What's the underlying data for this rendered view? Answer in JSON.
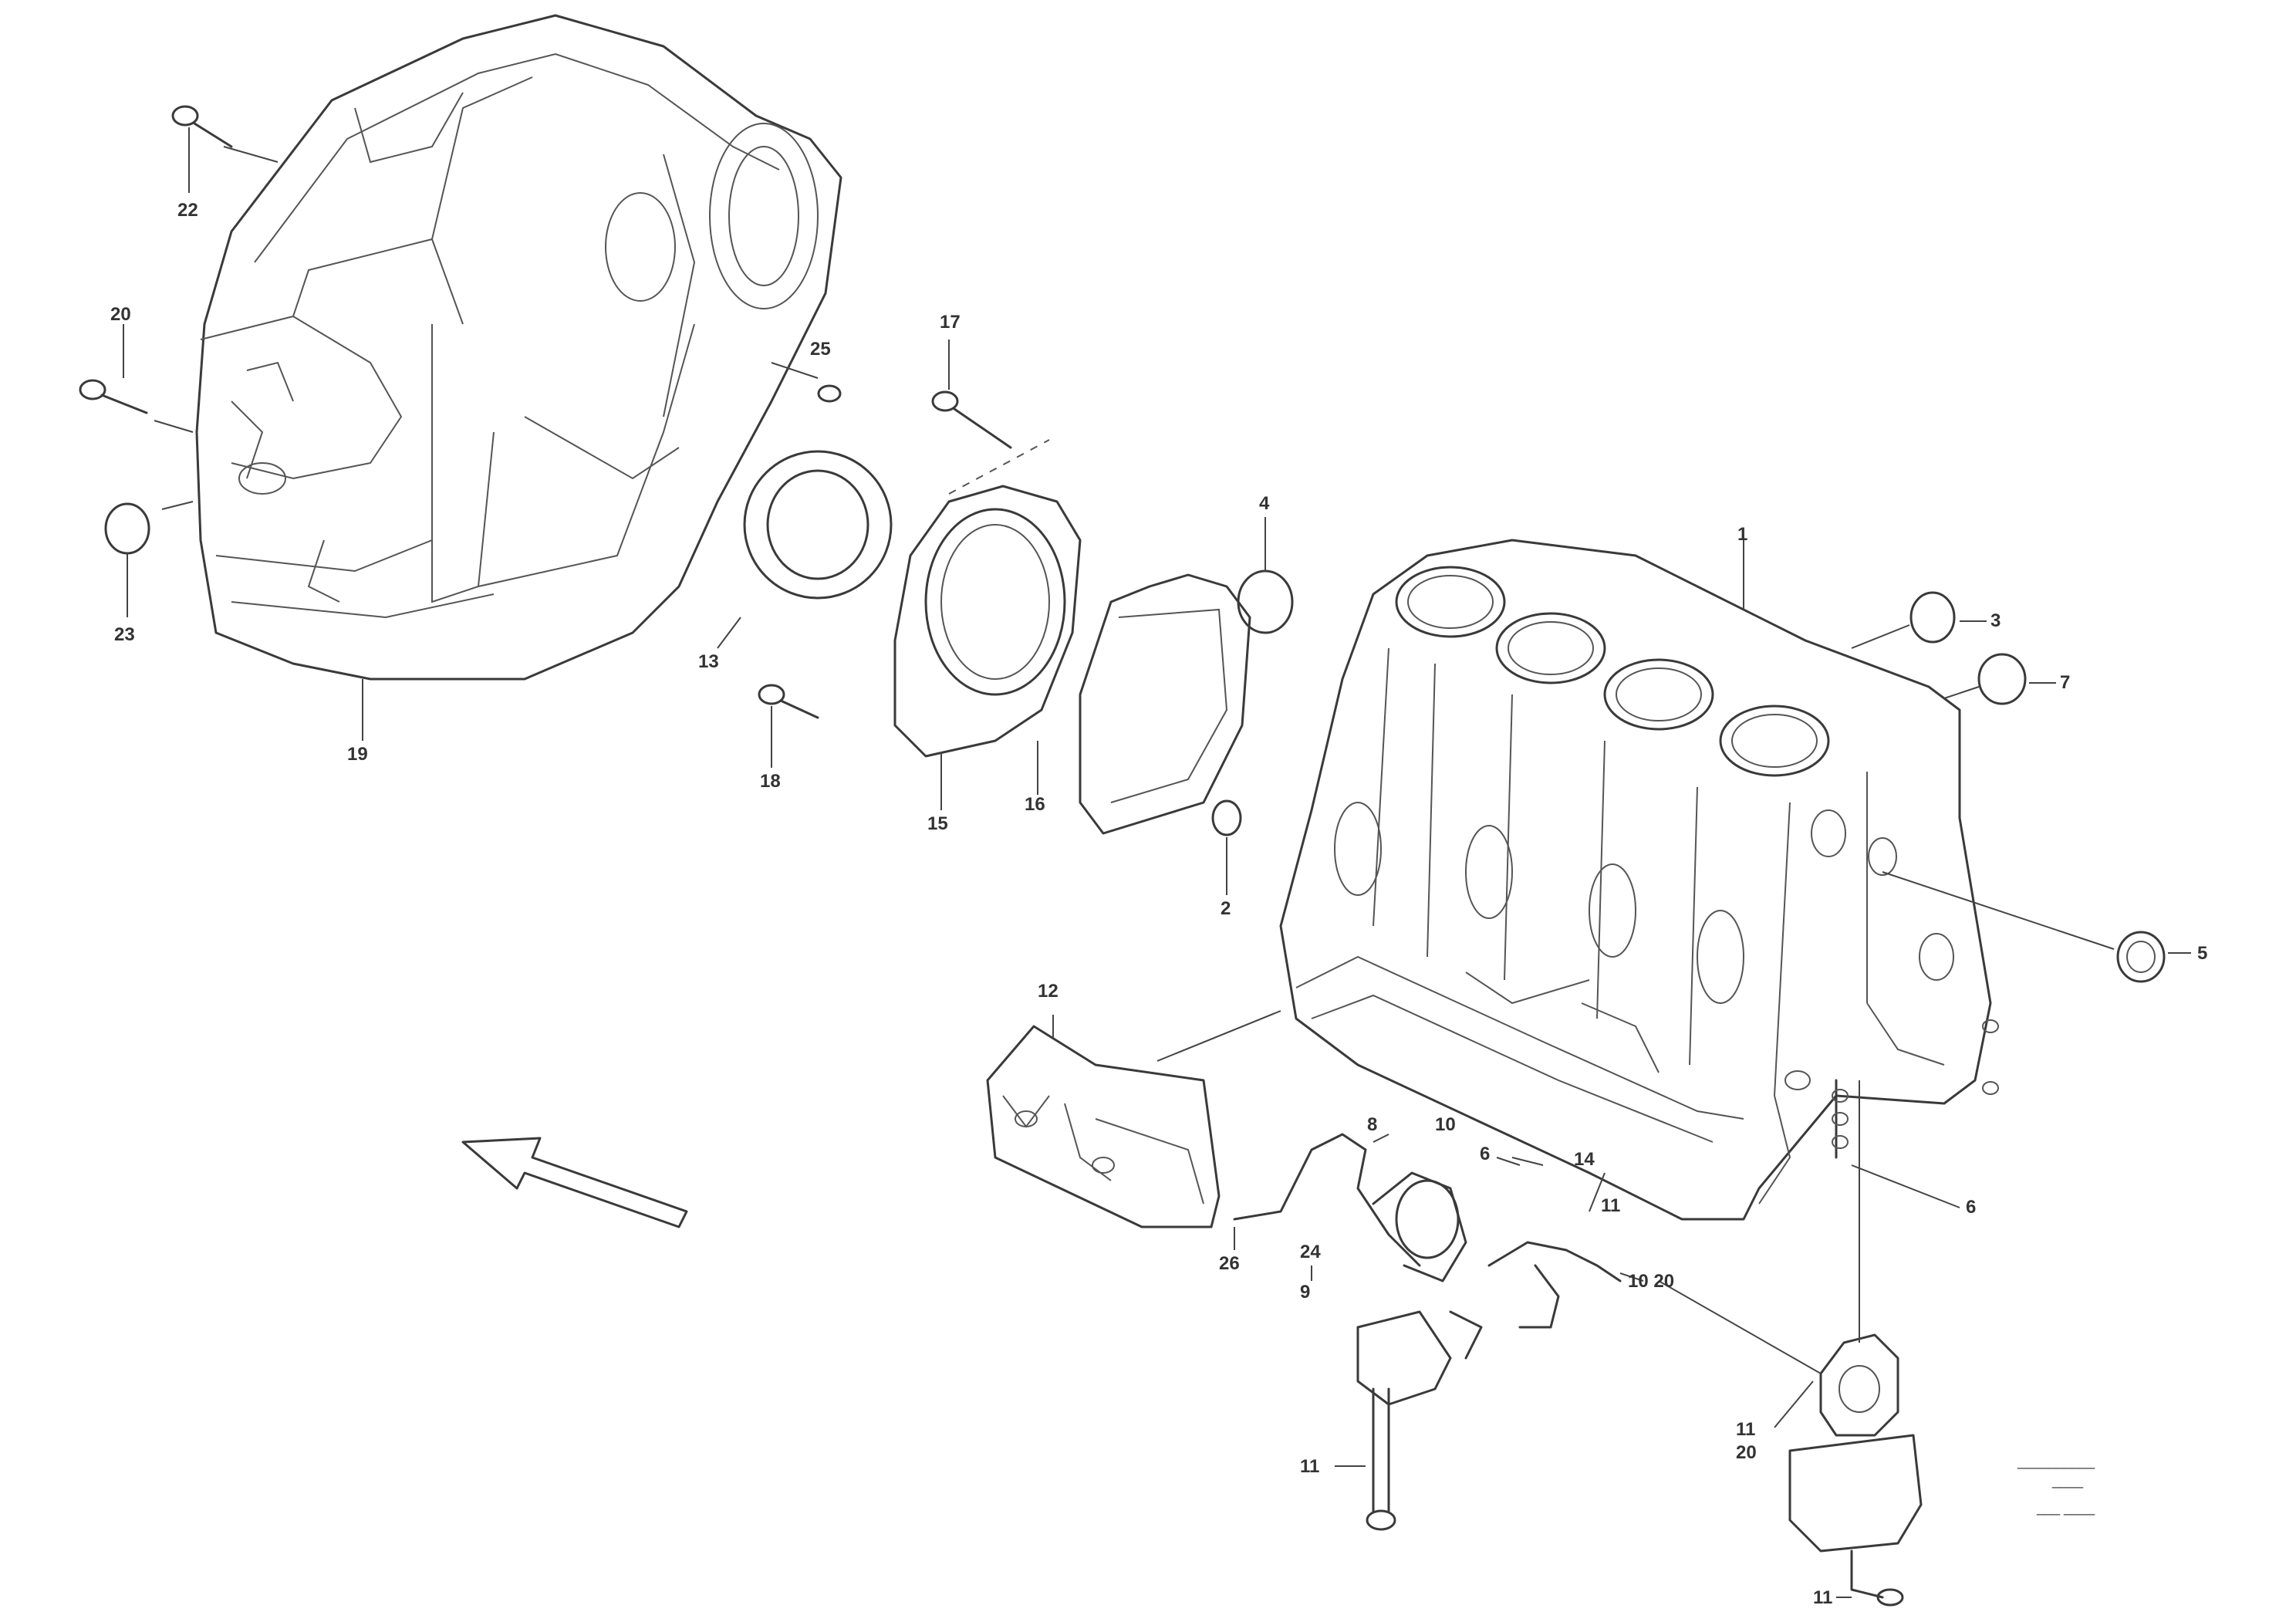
{
  "diagram": {
    "callouts": [
      {
        "id": "c-flywheel-housing",
        "text": "19"
      },
      {
        "id": "c-bolt-top-left",
        "text": "22"
      },
      {
        "id": "c-bolt-left-mid",
        "text": "20"
      },
      {
        "id": "c-plug-left",
        "text": "23"
      },
      {
        "id": "c-bolt-housing-right",
        "text": "25"
      },
      {
        "id": "c-seal-ring",
        "text": "13"
      },
      {
        "id": "c-bolt-seal",
        "text": "18"
      },
      {
        "id": "c-cover-plate",
        "text": "15"
      },
      {
        "id": "c-bolt-top-center",
        "text": "17"
      },
      {
        "id": "c-gasket",
        "text": "16"
      },
      {
        "id": "c-plug-center",
        "text": "4"
      },
      {
        "id": "c-dowel-center",
        "text": "2"
      },
      {
        "id": "c-engine-block",
        "text": "1"
      },
      {
        "id": "c-plug-right-a",
        "text": "3"
      },
      {
        "id": "c-plug-right-b",
        "text": "7"
      },
      {
        "id": "c-plug-right-c",
        "text": "5"
      },
      {
        "id": "c-bracket-left",
        "text": "12"
      },
      {
        "id": "c-pipe-a",
        "text": "26"
      },
      {
        "id": "c-pipe-b",
        "text": "8"
      },
      {
        "id": "c-pipe-c",
        "text": "10"
      },
      {
        "id": "c-pipe-d",
        "text": "6"
      },
      {
        "id": "c-pipe-e",
        "text": "24"
      },
      {
        "id": "c-pipe-f",
        "text": "9"
      },
      {
        "id": "c-pipe-g",
        "text": "14"
      },
      {
        "id": "c-pipe-h",
        "text": "11"
      },
      {
        "id": "c-seals",
        "text": "10 20"
      },
      {
        "id": "c-side-a",
        "text": "6"
      },
      {
        "id": "c-bearing-lower",
        "text": "11"
      },
      {
        "id": "c-bearing-right-a",
        "text": "11"
      },
      {
        "id": "c-bearing-right-b",
        "text": "20"
      },
      {
        "id": "c-bearing-right-c",
        "text": "11"
      }
    ],
    "caption": {
      "line1": "__________",
      "line2": "____",
      "line3": "___ ____"
    }
  }
}
